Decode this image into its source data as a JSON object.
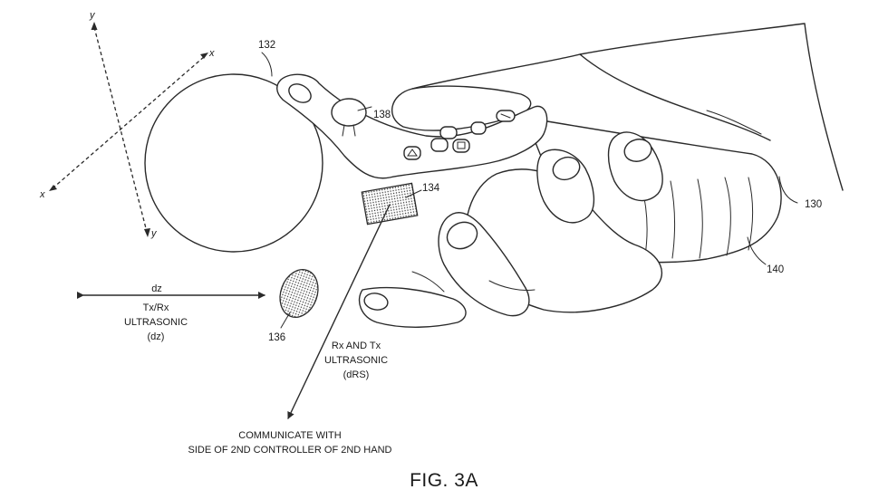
{
  "axes": {
    "x_top": "x",
    "x_bottom": "x",
    "y_top": "y",
    "y_bottom": "y"
  },
  "refs": {
    "r132": "132",
    "r138": "138",
    "r134": "134",
    "r130": "130",
    "r140": "140",
    "r136": "136"
  },
  "labels": {
    "dz_line1": "dz",
    "dz_line2": "Tx/Rx",
    "dz_line3": "ULTRASONIC",
    "dz_line4": "(dz)",
    "drs_line1": "Rx AND Tx",
    "drs_line2": "ULTRASONIC",
    "drs_line3": "(dRS)",
    "comm_line1": "COMMUNICATE WITH",
    "comm_line2": "SIDE OF 2ND CONTROLLER OF 2ND HAND"
  },
  "caption": "FIG. 3A"
}
